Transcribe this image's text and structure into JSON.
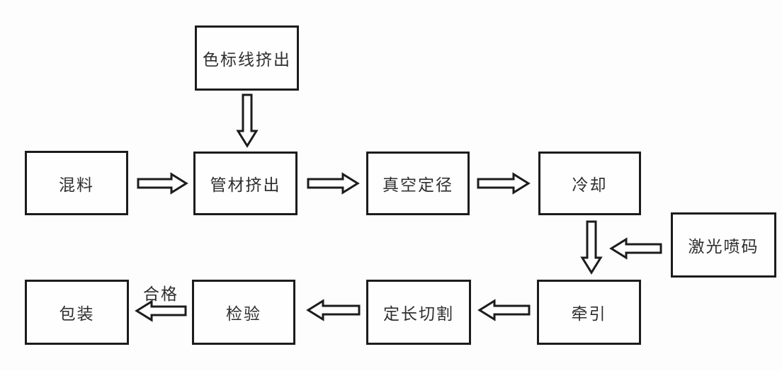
{
  "diagram": {
    "type": "flowchart",
    "nodes": {
      "color_line_extrusion": "色标线挤出",
      "mixing": "混料",
      "pipe_extrusion": "管材挤出",
      "vacuum_sizing": "真空定径",
      "cooling": "冷却",
      "laser_coding": "激光喷码",
      "traction": "牵引",
      "fixed_length_cutting": "定长切割",
      "inspection": "检验",
      "packaging": "包装"
    },
    "edge_labels": {
      "qualified": "合格"
    },
    "flow": [
      "混料 → 管材挤出",
      "色标线挤出 → 管材挤出",
      "管材挤出 → 真空定径",
      "真空定径 → 冷却",
      "冷却 → 牵引",
      "激光喷码 → (冷却与牵引之间)",
      "牵引 → 定长切割",
      "定长切割 → 检验",
      "检验 → 合格 → 包装"
    ],
    "colors": {
      "background": "#fdfdfe",
      "box_border": "#1c1c1c",
      "box_fill": "#fefefe",
      "text": "#2e2e2e",
      "arrow_outline": "#1c1c1c",
      "arrow_fill": "#ffffff"
    }
  }
}
